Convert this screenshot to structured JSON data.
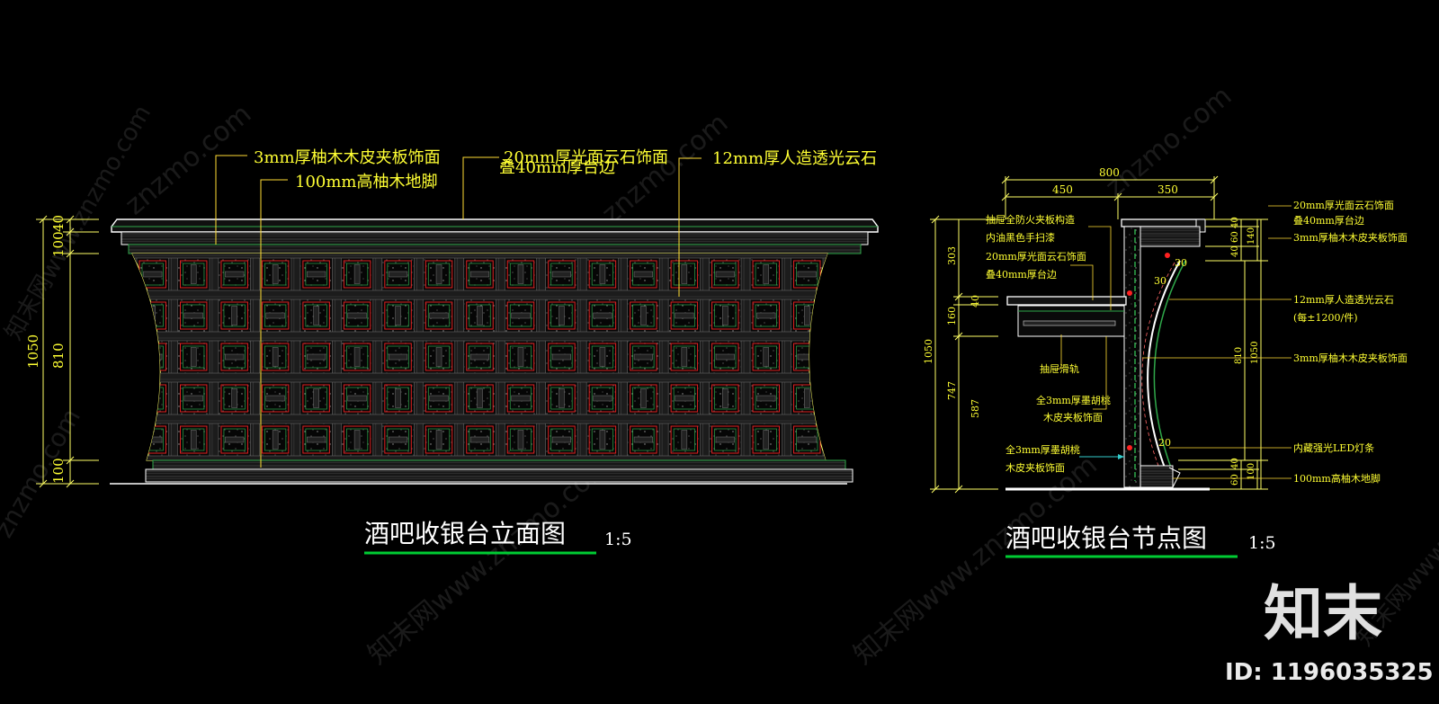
{
  "elevation": {
    "title": "酒吧收银台立面图",
    "scale": "1:5",
    "callouts": {
      "veneer": "3mm厚柚木木皮夹板饰面",
      "skirting": "100mm高柚木地脚",
      "top": "20mm厚光面云石饰面",
      "top_edge": "叠40mm厚台边",
      "onyx": "12mm厚人造透光云石"
    },
    "dims": {
      "d40": "40",
      "d100a": "100",
      "d1050": "1050",
      "d810": "810",
      "d100b": "100"
    }
  },
  "section": {
    "title": "酒吧收银台节点图",
    "scale": "1:5",
    "top_dims": {
      "total": "800",
      "left": "450",
      "right": "350"
    },
    "left_dims": {
      "d303": "303",
      "d40": "40",
      "d160": "160",
      "d1050": "1050",
      "d747": "747",
      "d587": "587"
    },
    "right_dims": {
      "d40a": "40",
      "d60": "60",
      "d40b": "40",
      "d140": "140",
      "d810": "810",
      "d1050": "1050",
      "d40c": "40",
      "d60b": "60",
      "d100": "100"
    },
    "inner_dims": {
      "d30a": "30",
      "d30b": "30",
      "d20": "20"
    },
    "left_labels": {
      "l1": "抽屉全防火夹板构造",
      "l2": "内油黑色手扫漆",
      "l3": "20mm厚光面云石饰面",
      "l4": "叠40mm厚台边",
      "l5": "抽屉滑轨",
      "l6": "全3mm厚墨胡桃",
      "l7": "木皮夹板饰面",
      "l8": "全3mm厚墨胡桃",
      "l9": "木皮夹板饰面"
    },
    "right_labels": {
      "r1": "20mm厚光面云石饰面",
      "r2": "叠40mm厚台边",
      "r3": "3mm厚柚木木皮夹板饰面",
      "r4": "12mm厚人造透光云石",
      "r5": "(每±1200/件)",
      "r6": "3mm厚柚木木皮夹板饰面",
      "r7": "内藏强光LED灯条",
      "r8": "100mm高柚木地脚"
    }
  },
  "watermark": {
    "text": "znzmo.com",
    "text2": "知末网www.znzmo.com"
  },
  "brand": {
    "logo": "知末",
    "id": "ID: 1196035325"
  },
  "colors": {
    "background": "#000000",
    "cad_text": "#ffff33",
    "dimension": "#ffff66",
    "outline": "#ffffff",
    "lattice_red": "#e02020",
    "lattice_green": "#2fa84a",
    "underline": "#00cc33",
    "leader": "#ffdd33"
  }
}
